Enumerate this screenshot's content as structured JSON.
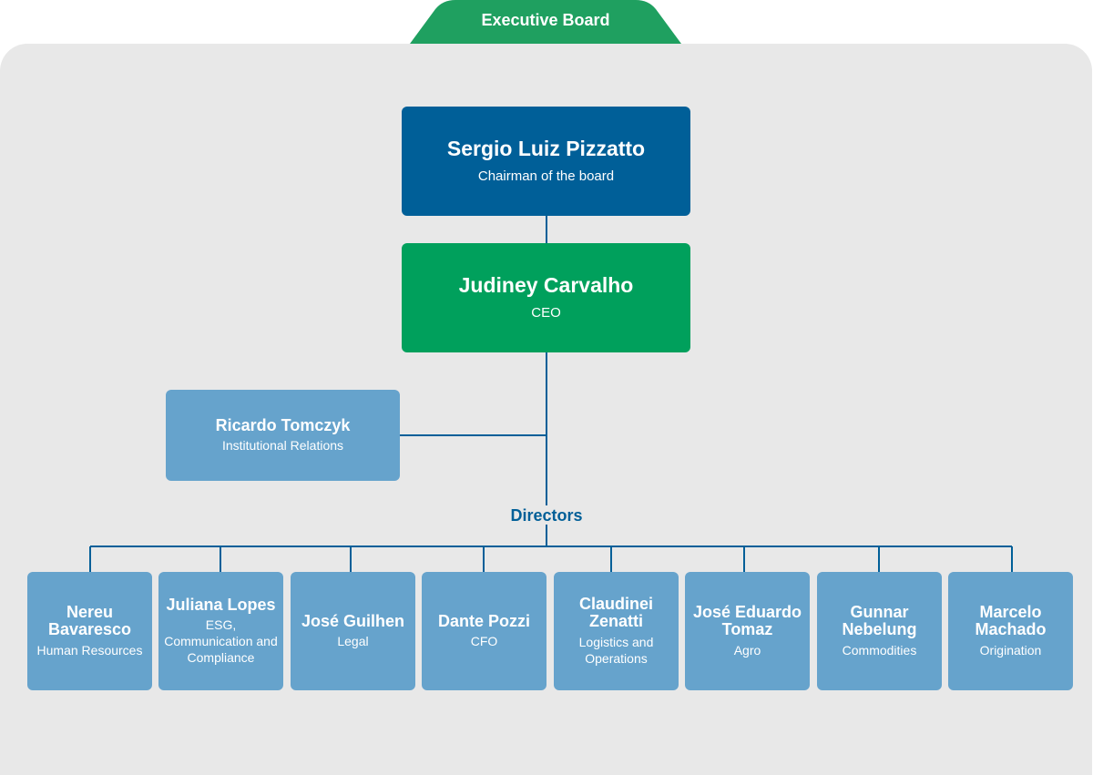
{
  "header": {
    "title": "Executive Board"
  },
  "colors": {
    "chairman": "#005f98",
    "ceo": "#00a05c",
    "director": "#66a3cc",
    "panel": "#e8e8e8",
    "line": "#005f98"
  },
  "chairman": {
    "name": "Sergio Luiz Pizzatto",
    "role": "Chairman of the board"
  },
  "ceo": {
    "name": "Judiney Carvalho",
    "role": "CEO"
  },
  "advisor": {
    "name": "Ricardo Tomczyk",
    "role": "Institutional Relations"
  },
  "directors_label": "Directors",
  "directors": [
    {
      "name": "Nereu Bavaresco",
      "role": "Human Resources"
    },
    {
      "name": "Juliana Lopes",
      "role": "ESG, Communication and Compliance"
    },
    {
      "name": "José Guilhen",
      "role": "Legal"
    },
    {
      "name": "Dante Pozzi",
      "role": "CFO"
    },
    {
      "name": "Claudinei Zenatti",
      "role": "Logistics and Operations"
    },
    {
      "name": "José Eduardo Tomaz",
      "role": "Agro"
    },
    {
      "name": "Gunnar Nebelung",
      "role": "Commodities"
    },
    {
      "name": "Marcelo Machado",
      "role": "Origination"
    }
  ]
}
